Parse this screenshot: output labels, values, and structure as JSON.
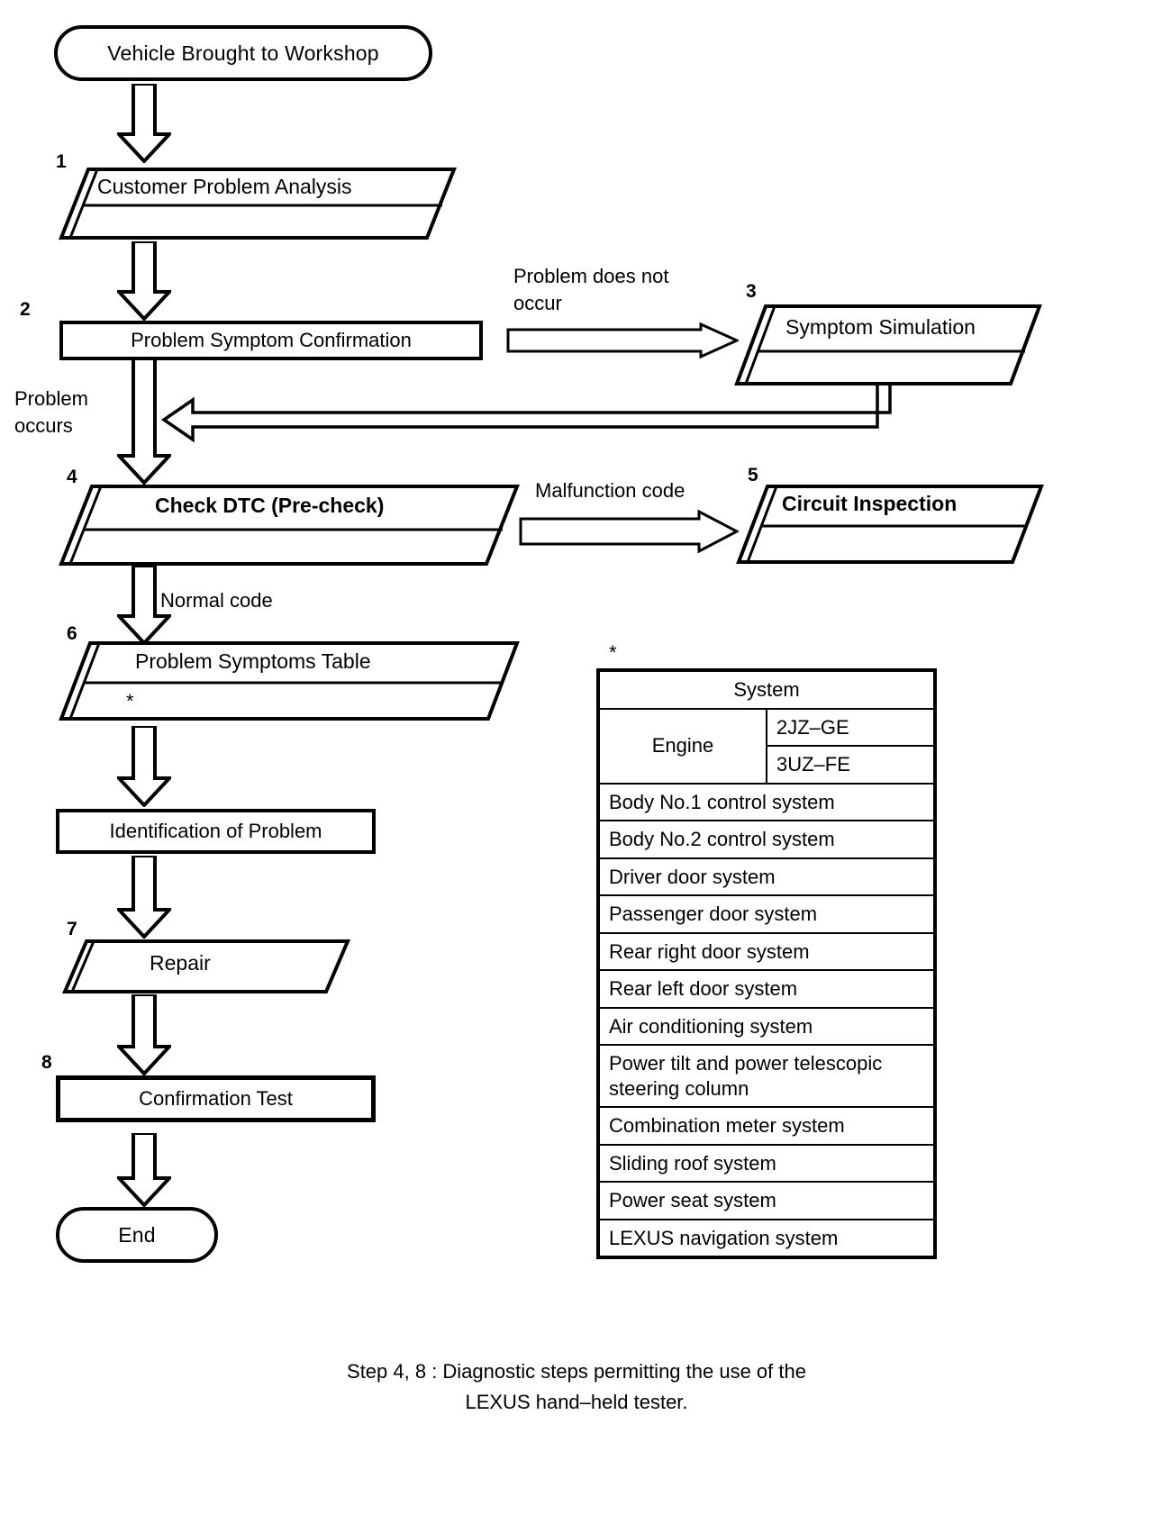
{
  "flow": {
    "start": {
      "label": "Vehicle Brought to Workshop"
    },
    "end": {
      "label": "End"
    },
    "steps": [
      {
        "number": "1",
        "label": "Customer Problem Analysis",
        "shape": "slant",
        "bold": false
      },
      {
        "number": "2",
        "label": "Problem Symptom Confirmation",
        "shape": "rect",
        "bold": false
      },
      {
        "number": "3",
        "label": "Symptom Simulation",
        "shape": "slant",
        "bold": false
      },
      {
        "number": "4",
        "label": "Check DTC (Pre-check)",
        "shape": "slant",
        "bold": true
      },
      {
        "number": "5",
        "label": "Circuit Inspection",
        "shape": "slant",
        "bold": true
      },
      {
        "number": "6",
        "label": "Problem Symptoms Table",
        "shape": "slant",
        "bold": false,
        "marker": "*"
      },
      {
        "number": "7",
        "label": "Repair",
        "shape": "slant",
        "bold": false
      },
      {
        "number": "8",
        "label": "Confirmation Test",
        "shape": "rect",
        "bold": false
      }
    ],
    "unnumbered": [
      {
        "label": "Identification of Problem",
        "shape": "rect"
      }
    ],
    "branch_labels": {
      "problem_does_not_occur": "Problem does not\noccur",
      "problem_occurs": "Problem\noccurs",
      "malfunction_code": "Malfunction code",
      "normal_code": "Normal code"
    }
  },
  "table": {
    "marker": "*",
    "header": "System",
    "rows": [
      {
        "group": "Engine",
        "values": [
          "2JZ–GE",
          "3UZ–FE"
        ]
      },
      {
        "value": "Body No.1 control system"
      },
      {
        "value": "Body No.2 control system"
      },
      {
        "value": "Driver door system"
      },
      {
        "value": "Passenger door system"
      },
      {
        "value": "Rear right door system"
      },
      {
        "value": "Rear left door system"
      },
      {
        "value": "Air conditioning system"
      },
      {
        "value": "Power tilt and power telescopic steering column"
      },
      {
        "value": "Combination meter system"
      },
      {
        "value": "Sliding roof system"
      },
      {
        "value": "Power seat system"
      },
      {
        "value": "LEXUS navigation system"
      }
    ]
  },
  "footnote": {
    "line1": "Step 4, 8 : Diagnostic steps permitting the use of the",
    "line2": "LEXUS hand–held tester."
  },
  "colors": {
    "ink": "#000000",
    "paper": "#ffffff"
  }
}
